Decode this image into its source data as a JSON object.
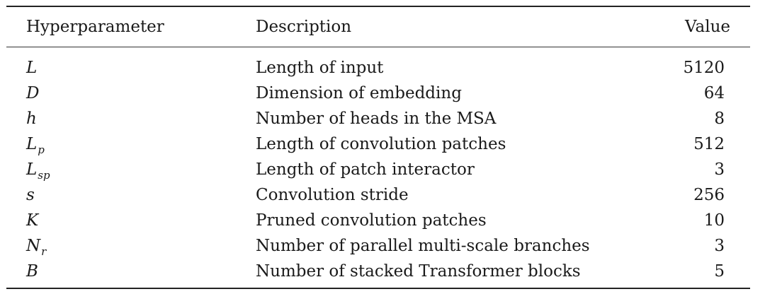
{
  "table": {
    "headers": {
      "param": "Hyperparameter",
      "desc": "Description",
      "value": "Value"
    },
    "rows": [
      {
        "symbol": "L",
        "sub": "",
        "description": "Length of input",
        "value": "5120"
      },
      {
        "symbol": "D",
        "sub": "",
        "description": "Dimension of embedding",
        "value": "64"
      },
      {
        "symbol": "h",
        "sub": "",
        "description": "Number of heads in the MSA",
        "value": "8"
      },
      {
        "symbol": "L",
        "sub": "p",
        "description": "Length of convolution patches",
        "value": "512"
      },
      {
        "symbol": "L",
        "sub": "sp",
        "description": "Length of patch interactor",
        "value": "3"
      },
      {
        "symbol": "s",
        "sub": "",
        "description": "Convolution stride",
        "value": "256"
      },
      {
        "symbol": "K",
        "sub": "",
        "description": "Pruned convolution patches",
        "value": "10"
      },
      {
        "symbol": "N",
        "sub": "r",
        "description": "Number of parallel multi-scale branches",
        "value": "3"
      },
      {
        "symbol": "B",
        "sub": "",
        "description": "Number of stacked Transformer blocks",
        "value": "5"
      }
    ]
  }
}
